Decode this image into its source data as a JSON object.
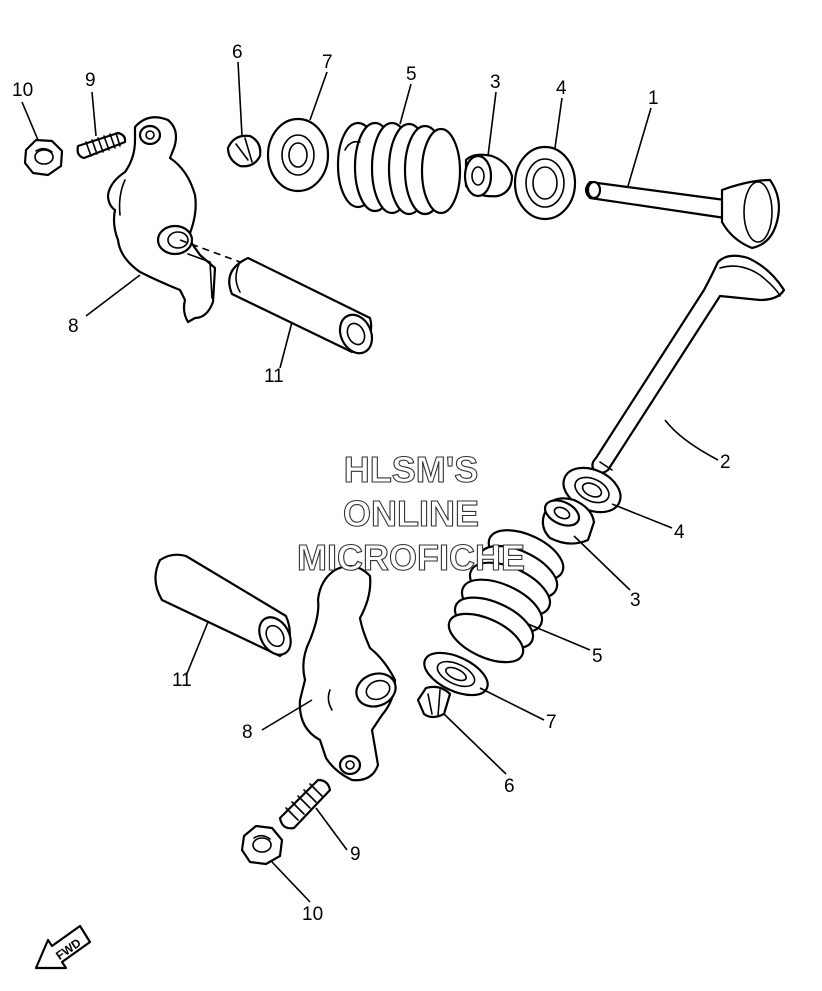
{
  "watermark": {
    "line1": "HLSM'S",
    "line2": "ONLINE",
    "line3": "MICROFICHE"
  },
  "direction": {
    "label": "FWD",
    "icon": "forward-arrow-icon"
  },
  "callouts": {
    "valve_intake": "1",
    "valve_exhaust": "2",
    "seat_upper": "3",
    "seal_upper": "4",
    "spring_upper": "5",
    "cotter_upper": "6",
    "retainer_upper": "7",
    "arm_upper": "8",
    "adjuster_upper": "9",
    "nut_upper": "10",
    "shaft_upper": "11",
    "valve_exhaust_lower": "2",
    "seal_lower": "4",
    "seat_lower": "3",
    "spring_lower": "5",
    "retainer_lower": "7",
    "cotter_lower": "6",
    "arm_lower": "8",
    "adjuster_lower": "9",
    "nut_lower": "10",
    "shaft_lower": "11"
  }
}
